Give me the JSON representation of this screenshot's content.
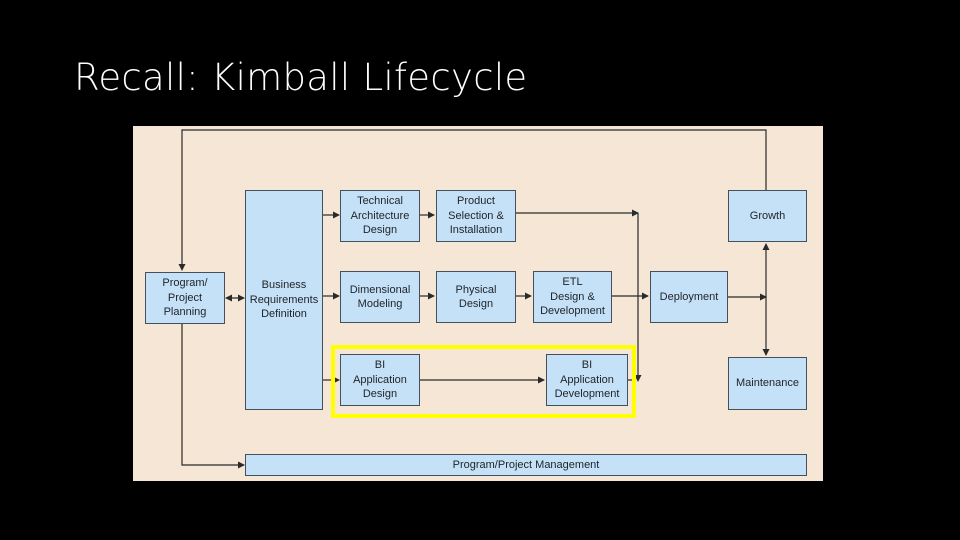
{
  "slide": {
    "title": "Recall: Kimball Lifecycle"
  },
  "diagram": {
    "boxes": {
      "program_planning": "Program/\nProject\nPlanning",
      "business_requirements": "Business\nRequirements\nDefinition",
      "technical_architecture": "Technical\nArchitecture\nDesign",
      "product_selection": "Product\nSelection &\nInstallation",
      "dimensional_modeling": "Dimensional\nModeling",
      "physical_design": "Physical\nDesign",
      "etl": "ETL\nDesign &\nDevelopment",
      "bi_app_design": "BI\nApplication\nDesign",
      "bi_app_development": "BI\nApplication\nDevelopment",
      "deployment": "Deployment",
      "growth": "Growth",
      "maintenance": "Maintenance",
      "program_management": "Program/Project Management"
    },
    "highlight_color": "#ffff00",
    "box_color": "#c5e1f7",
    "background_color": "#f5e6d5"
  }
}
